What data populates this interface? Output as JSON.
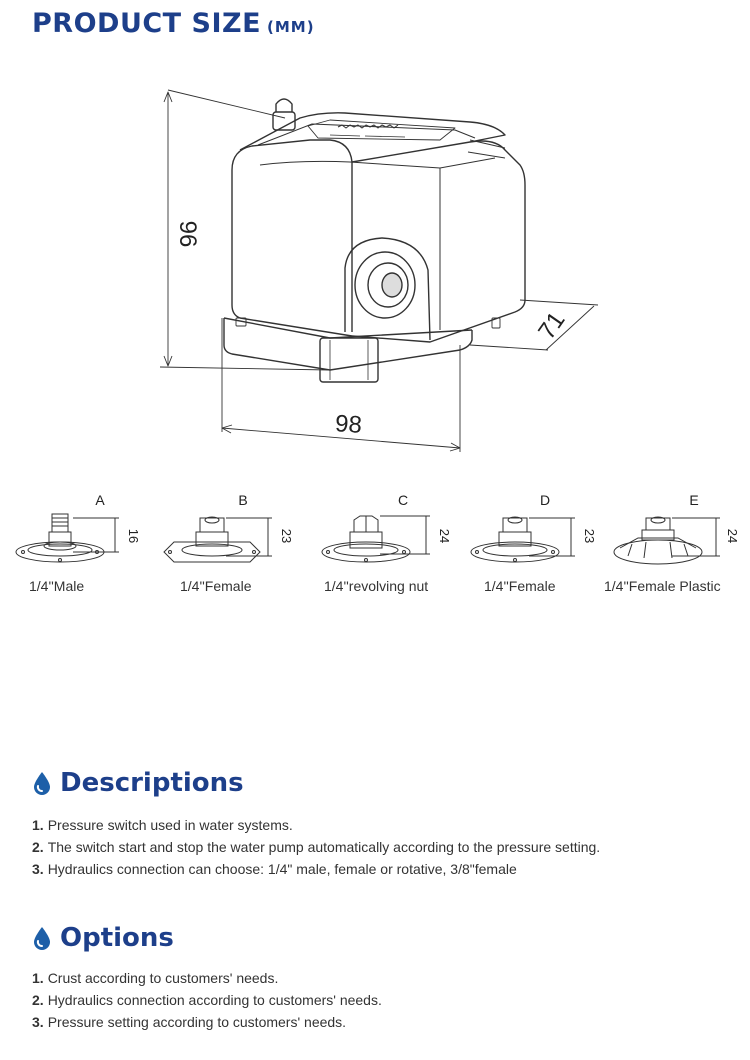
{
  "header": {
    "title": "PRODUCT SIZE",
    "unit": "(MM)"
  },
  "drawing": {
    "height_label": "96",
    "width_label": "98",
    "depth_label": "71"
  },
  "variants": [
    {
      "letter": "A",
      "size": "16",
      "caption": "1/4''Male"
    },
    {
      "letter": "B",
      "size": "23",
      "caption": "1/4''Female"
    },
    {
      "letter": "C",
      "size": "24",
      "caption": "1/4''revolving nut"
    },
    {
      "letter": "D",
      "size": "23",
      "caption": "1/4''Female"
    },
    {
      "letter": "E",
      "size": "24",
      "caption": "1/4''Female Plastic"
    }
  ],
  "descriptions": {
    "heading": "Descriptions",
    "items": [
      {
        "num": "1.",
        "text": "Pressure switch used in water systems."
      },
      {
        "num": "2.",
        "text": "The switch start and stop the water pump automatically according to the pressure setting."
      },
      {
        "num": "3.",
        "text": "Hydraulics connection can choose: 1/4\" male, female or rotative, 3/8\"female"
      }
    ]
  },
  "options": {
    "heading": "Options",
    "items": [
      {
        "num": "1.",
        "text": "Crust according to customers' needs."
      },
      {
        "num": "2.",
        "text": "Hydraulics connection according to customers' needs."
      },
      {
        "num": "3.",
        "text": "Pressure setting according to customers' needs."
      }
    ]
  },
  "colors": {
    "heading": "#1d3f8a",
    "drop_icon": "#1d5fa8",
    "line": "#333333"
  }
}
